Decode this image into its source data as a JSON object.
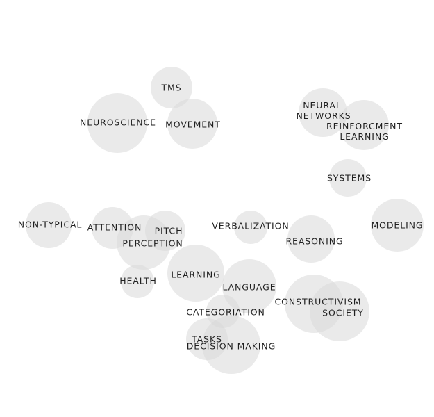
{
  "topics": [
    {
      "label": "TMS"
    },
    {
      "label": "NEUROSCIENCE"
    },
    {
      "label": "MOVEMENT"
    },
    {
      "label": "NEURAL NETWORKS"
    },
    {
      "label": "REINFORCMENT LEARNING"
    },
    {
      "label": "SYSTEMS"
    },
    {
      "label": "NON-TYPICAL"
    },
    {
      "label": "ATTENTION"
    },
    {
      "label": "PITCH"
    },
    {
      "label": "PERCEPTION"
    },
    {
      "label": "VERBALIZATION"
    },
    {
      "label": "REASONING"
    },
    {
      "label": "MODELING"
    },
    {
      "label": "HEALTH"
    },
    {
      "label": "LEARNING"
    },
    {
      "label": "LANGUAGE"
    },
    {
      "label": "CONSTRUCTIVISM"
    },
    {
      "label": "SOCIETY"
    },
    {
      "label": "CATEGORIATION"
    },
    {
      "label": "TASKS"
    },
    {
      "label": "DECISION MAKING"
    }
  ]
}
